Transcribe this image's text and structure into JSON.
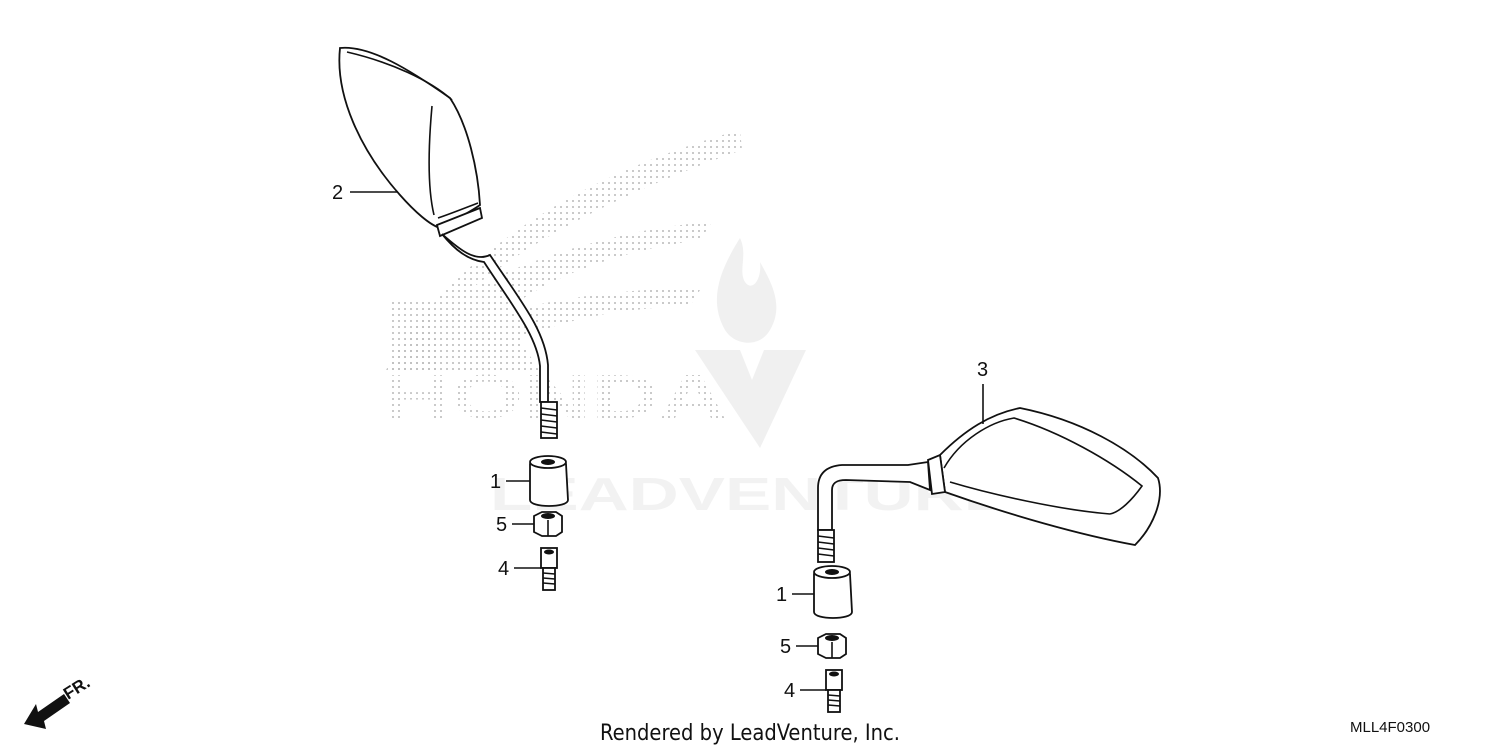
{
  "callouts": {
    "left_mirror": "2",
    "right_mirror": "3",
    "left_cap": "1",
    "left_nut": "5",
    "left_bolt": "4",
    "right_cap": "1",
    "right_nut": "5",
    "right_bolt": "4"
  },
  "watermarks": {
    "honda_logo_text": "HONDA",
    "leadventure_logo_text": "LEADVENTURE"
  },
  "front_indicator": {
    "label": "FR."
  },
  "footer": {
    "rendered_by": "Rendered by LeadVenture, Inc.",
    "diagram_code": "MLL4F0300"
  }
}
